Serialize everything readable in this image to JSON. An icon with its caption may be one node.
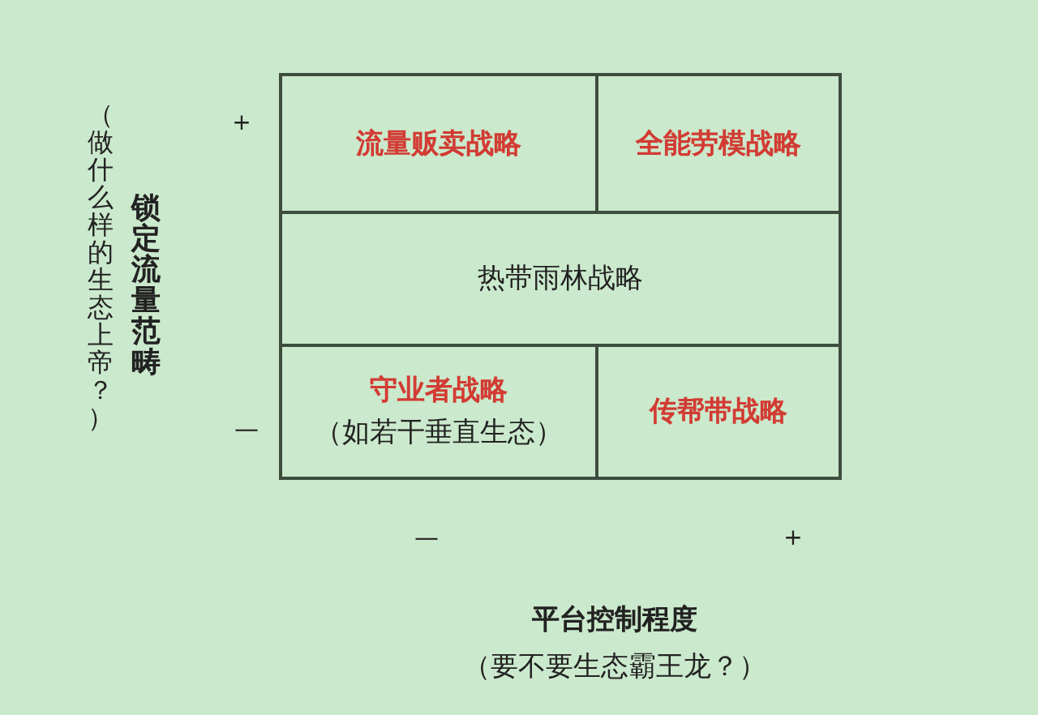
{
  "diagram": {
    "nodes": [
      {
        "text": [
          "流量贩卖战略"
        ]
      },
      {
        "text": [
          "全能劳模战略"
        ]
      },
      {
        "text": [
          "热带雨林战略"
        ]
      },
      {
        "text": [
          "守业者战略",
          "（如若干垂直生态）"
        ]
      },
      {
        "text": [
          "传帮带战略"
        ]
      }
    ],
    "edges": [],
    "labels": [
      "+",
      "—",
      "锁定流量范畴",
      "（做什么样的生态上帝？）",
      "—",
      "+",
      "平台控制程度",
      "（要不要生态霸王龙？）"
    ]
  }
}
